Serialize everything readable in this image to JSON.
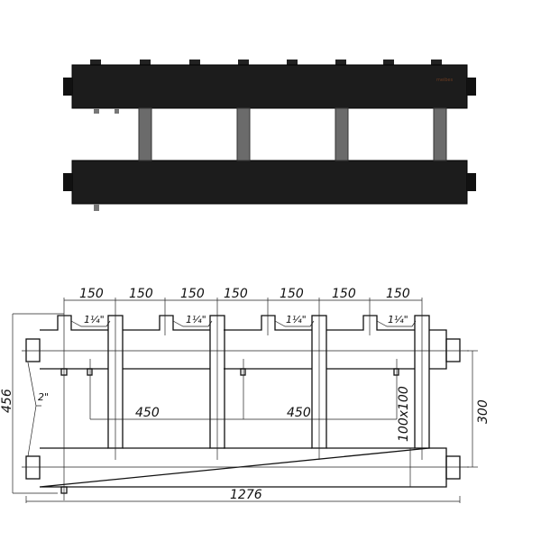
{
  "render": {
    "brand_mark": "meibes"
  },
  "drawing": {
    "pitch_labels": [
      "150",
      "150",
      "150",
      "150",
      "150",
      "150",
      "150"
    ],
    "thread_labels": [
      "1¼\"",
      "1¼\"",
      "1¼\"",
      "1¼\""
    ],
    "main_thread": "2\"",
    "height_total": "456",
    "axis_distance": "300",
    "section": "100x100",
    "bracket_spacing": [
      "450",
      "450"
    ],
    "length_total": "1276"
  }
}
